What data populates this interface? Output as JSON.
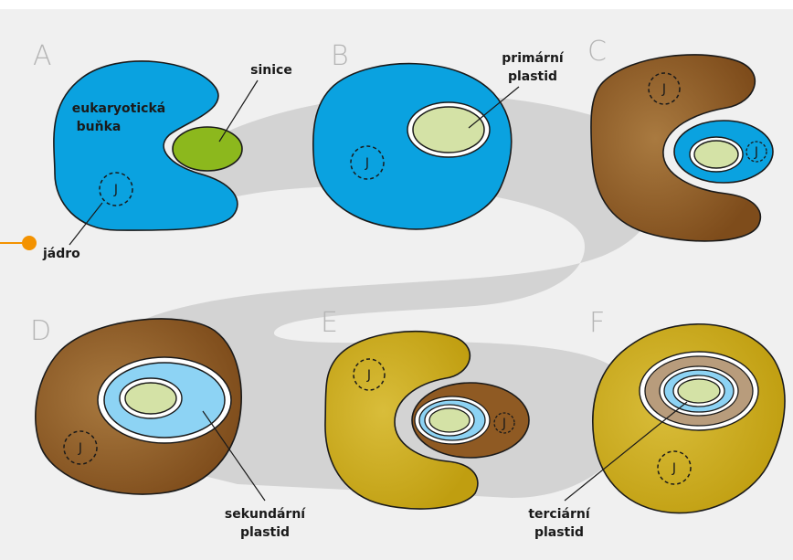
{
  "panels": {
    "a": {
      "letter": "A"
    },
    "b": {
      "letter": "B"
    },
    "c": {
      "letter": "C"
    },
    "d": {
      "letter": "D"
    },
    "e": {
      "letter": "E"
    },
    "f": {
      "letter": "F"
    }
  },
  "nucleus_symbol": "J",
  "labels": {
    "eukaryotic_cell_1": "eukaryotická",
    "eukaryotic_cell_2": "buňka",
    "cyanobacterium": "sinice",
    "nucleus": "jádro",
    "primary_plastid_1": "primární",
    "primary_plastid_2": "plastid",
    "secondary_plastid_1": "sekundární",
    "secondary_plastid_2": "plastid",
    "tertiary_plastid_1": "terciární",
    "tertiary_plastid_2": "plastid"
  },
  "colors": {
    "background": "#f0f0f0",
    "path": "#d3d3d3",
    "blue_cell": "#0aa2e0",
    "brown_cell": "#8f5a23",
    "yellow_cell": "#ccac1c",
    "cyanobacterium": "#8cb81d",
    "plastid": "#d4e2a6",
    "secondary_membrane": "#8dd3f4",
    "tan_membrane": "#b89c7c",
    "accent": "#f39200"
  },
  "icons": {
    "pointer": "orange-dot-pointer"
  }
}
